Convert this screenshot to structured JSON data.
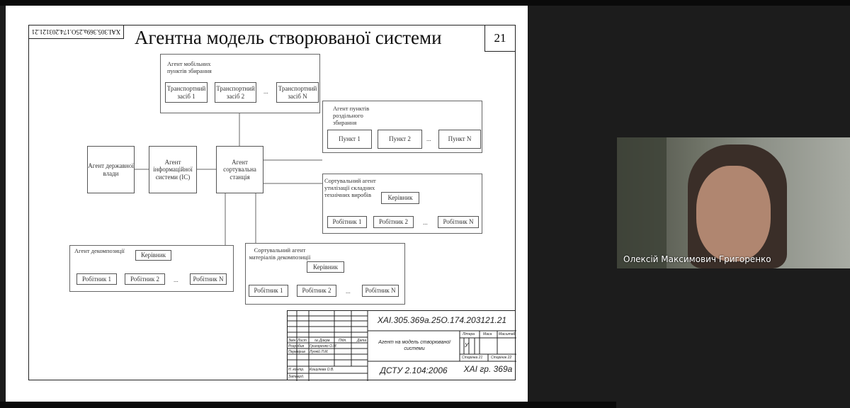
{
  "slide": {
    "title": "Агентна модель створюваної системи",
    "page_number": "21",
    "rotated_code": "ХАІ.305.369а.25О.174.203121.21",
    "diagram": {
      "mobile": {
        "label": "Агент мобільних пунктів збирання",
        "items": [
          "Транспортний засіб 1",
          "Транспортний засіб 2",
          "Транспортний засіб N"
        ]
      },
      "separate": {
        "label": "Агент пунктів роздільного збирання",
        "items": [
          "Пункт 1",
          "Пункт 2",
          "Пункт N"
        ]
      },
      "gov": "Агент державної влади",
      "info": "Агент інформаційної системи (ІС)",
      "station": "Агент сортувальна станція",
      "util": {
        "label": "Сортувальний агент утилізації складних технічних виробів",
        "manager": "Керівник",
        "items": [
          "Робітник 1",
          "Робітник 2",
          "Робітник N"
        ]
      },
      "decomp": {
        "label": "Агент декомпозиції",
        "manager": "Керівник",
        "items": [
          "Робітник 1",
          "Робітник 2",
          "Робітник N"
        ]
      },
      "material": {
        "label": "Сортувальний агент матеріалів декомпозиції",
        "manager": "Керівник",
        "items": [
          "Робітник 1",
          "Робітник 2",
          "Робітник N"
        ]
      },
      "ellipsis": "..."
    },
    "title_block": {
      "code": "ХАІ.305.369а.25О.174.203121.21",
      "doc_title": "Агент на модель створюваної системи",
      "standard": "ДСТУ 2.104:2006",
      "group": "ХАІ гр. 369а",
      "headers": [
        "Змін",
        "Лист",
        "№ Докум.",
        "Підп.",
        "Дата"
      ],
      "rows": [
        [
          "Розробив",
          "Григоренко О.М."
        ],
        [
          "Перевірив",
          "Лупкій Л.М."
        ],
        [
          "Н. контр.",
          "Кошулева О.В."
        ],
        [
          "Затверд.",
          ""
        ]
      ],
      "litera": "Літера",
      "mass": "Маса",
      "scale": "Масштаб",
      "letter_u": "У",
      "sheet": "Сторінка 21",
      "sheets": "Сторінок 22"
    }
  },
  "video": {
    "participant_name": "Олексій Максимович Григоренко"
  }
}
